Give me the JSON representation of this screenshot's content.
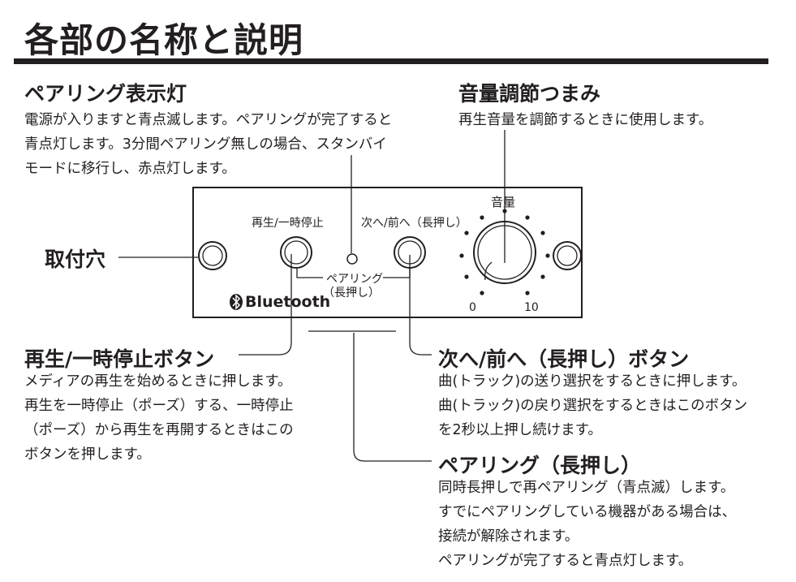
{
  "title": "各部の名称と説明",
  "pairing_light": {
    "heading": "ペアリング表示灯",
    "lines": [
      "電源が入りますと青点滅します。ペアリングが完了すると",
      "青点灯します。3分間ペアリング無しの場合、スタンバイ",
      "モードに移行し、赤点灯します。"
    ]
  },
  "volume_knob": {
    "heading": "音量調節つまみ",
    "lines": [
      "再生音量を調節するときに使用します。"
    ]
  },
  "mount_hole": {
    "heading": "取付穴"
  },
  "play_pause": {
    "heading": "再生/一時停止ボタン",
    "lines": [
      "メディアの再生を始めるときに押します。",
      "再生を一時停止（ポーズ）する、一時停止",
      "（ポーズ）から再生を再開するときはこの",
      "ボタンを押します。"
    ]
  },
  "next_prev": {
    "heading": "次へ/前へ（長押し）ボタン",
    "lines": [
      "曲(トラック)の送り選択をするときに押します。",
      "曲(トラック)の戻り選択をするときはこのボタン",
      "を2秒以上押し続けます。"
    ]
  },
  "pairing_hold": {
    "heading": "ペアリング（長押し）",
    "lines": [
      "同時長押しで再ペアリング（青点滅）します。",
      "すでにペアリングしている機器がある場合は、",
      "接続が解除されます。",
      "ペアリングが完了すると青点灯します。"
    ]
  },
  "panel": {
    "play_label": "再生/一時停止",
    "next_label": "次へ/前へ（長押し）",
    "pair_label_1": "ペアリング",
    "pair_label_2": "（長押し）",
    "volume_label": "音量",
    "vol_min": "0",
    "vol_max": "10",
    "brand": "Bluetooth"
  }
}
